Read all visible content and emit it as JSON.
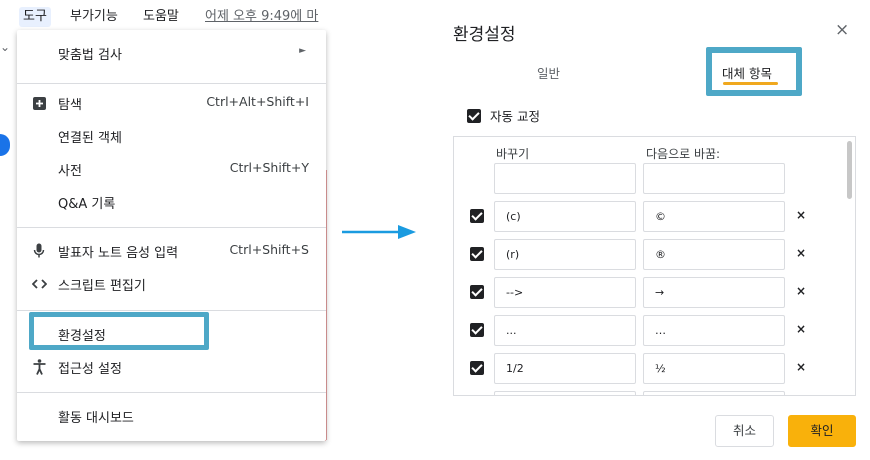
{
  "menubar": {
    "tools": "도구",
    "addons": "부가기능",
    "help": "도움말",
    "last_edit": "어제 오후 9:49에 마"
  },
  "tools_menu": {
    "items": [
      {
        "label": "맞춤법 검사",
        "shortcut": "",
        "submenu_arrow": "►",
        "icon": ""
      },
      {
        "label": "탐색",
        "shortcut": "Ctrl+Alt+Shift+I",
        "icon": "explore-plus-icon"
      },
      {
        "label": "연결된 객체",
        "shortcut": "",
        "icon": ""
      },
      {
        "label": "사전",
        "shortcut": "Ctrl+Shift+Y",
        "icon": ""
      },
      {
        "label": "Q&A 기록",
        "shortcut": "",
        "icon": ""
      },
      {
        "label": "발표자 노트 음성 입력",
        "shortcut": "Ctrl+Shift+S",
        "icon": "microphone-icon"
      },
      {
        "label": "스크립트 편집기",
        "shortcut": "",
        "icon": "code-brackets-icon"
      },
      {
        "label": "환경설정",
        "shortcut": "",
        "icon": ""
      },
      {
        "label": "접근성 설정",
        "shortcut": "",
        "icon": "accessibility-icon"
      },
      {
        "label": "활동 대시보드",
        "shortcut": "",
        "icon": ""
      }
    ]
  },
  "dialog": {
    "title": "환경설정",
    "close": "×",
    "tabs": [
      {
        "label": "일반",
        "active": false
      },
      {
        "label": "대체 항목",
        "active": true
      }
    ],
    "autocorrect_label": "자동 교정",
    "autocorrect_checked": true,
    "col_replace": "바꾸기",
    "col_with": "다음으로 바꿈:",
    "new_row": {
      "replace": "",
      "with": ""
    },
    "rows": [
      {
        "checked": true,
        "replace": "(c)",
        "with": "©"
      },
      {
        "checked": true,
        "replace": "(r)",
        "with": "®"
      },
      {
        "checked": true,
        "replace": "-->",
        "with": "→"
      },
      {
        "checked": true,
        "replace": "...",
        "with": "…"
      },
      {
        "checked": true,
        "replace": "1/2",
        "with": "½"
      }
    ],
    "delete_glyph": "×",
    "cancel_label": "취소",
    "ok_label": "확인"
  },
  "colors": {
    "highlight": "#4ea8c7",
    "accent_yellow": "#f9b10b",
    "arrow": "#1a9be0"
  }
}
